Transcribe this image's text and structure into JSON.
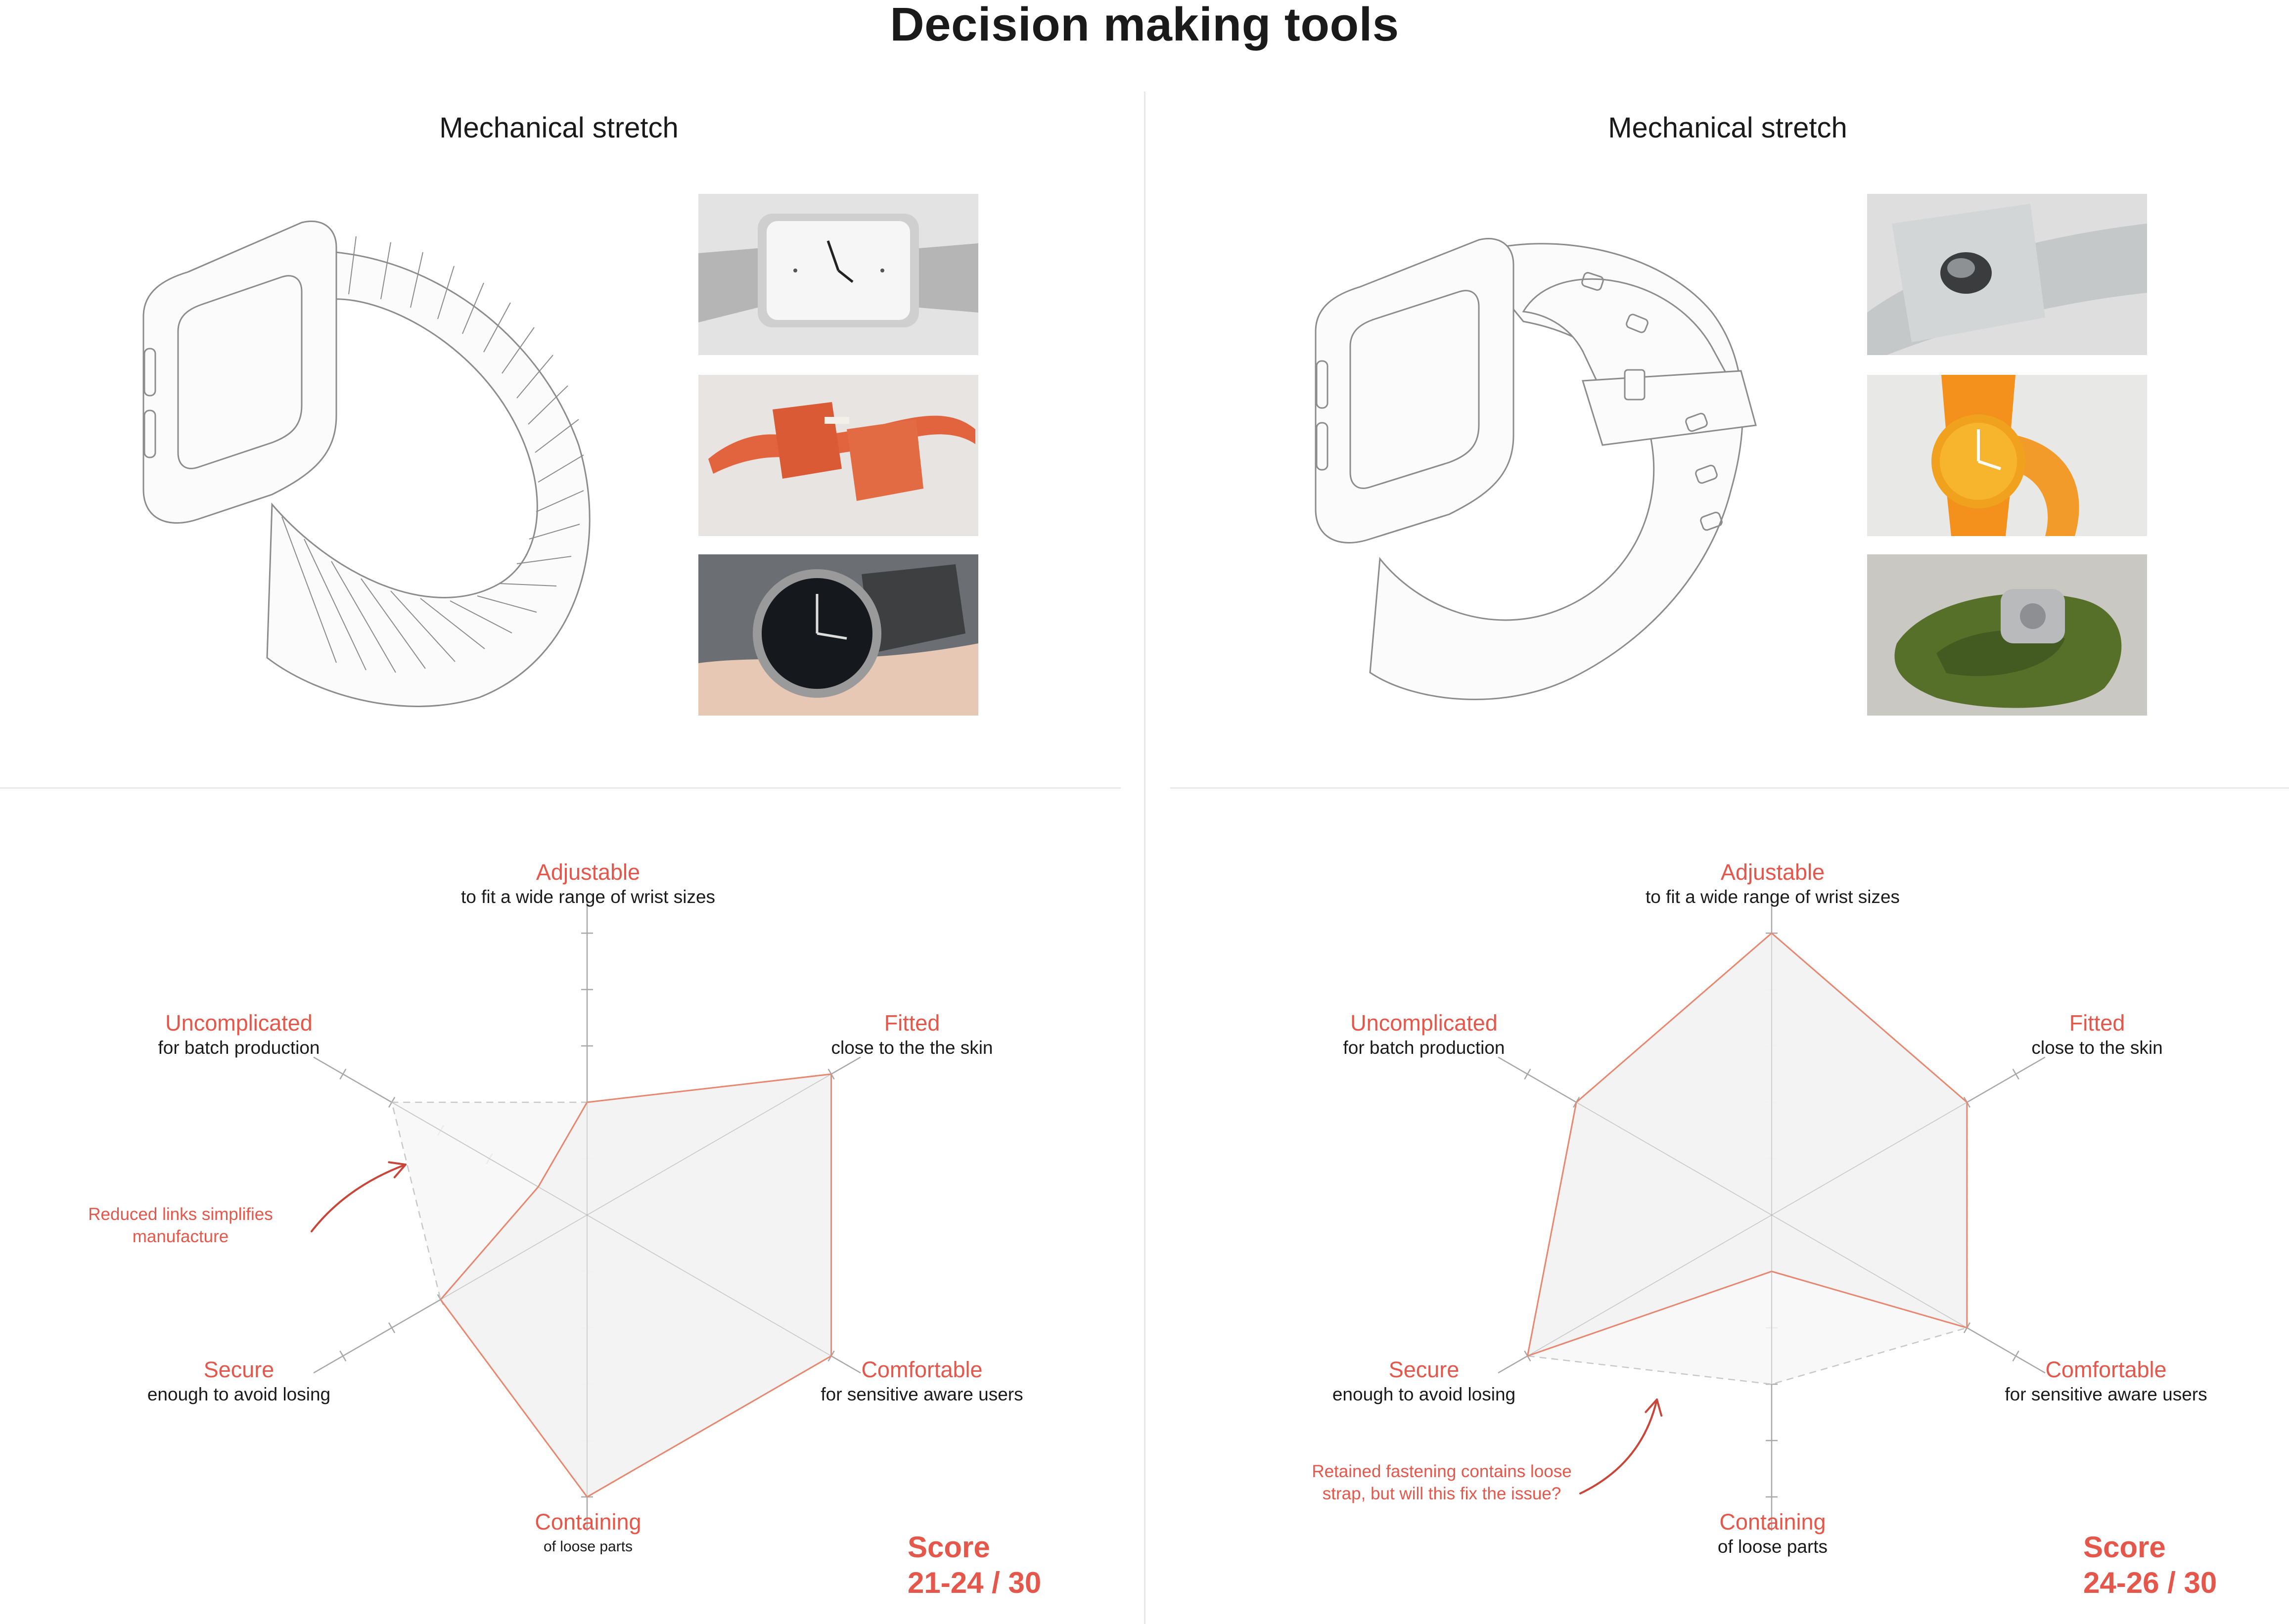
{
  "page": {
    "title": "Decision making tools"
  },
  "panels": [
    {
      "heading": "Mechanical stretch",
      "photos": [
        {
          "icon": "square-watch-mesh-strap-photo"
        },
        {
          "icon": "orange-fabric-band-photo"
        },
        {
          "icon": "black-dial-watch-on-wrist-photo"
        }
      ],
      "axes": [
        {
          "title": "Adjustable",
          "sub": "to fit a wide range of wrist sizes"
        },
        {
          "title": "Fitted",
          "sub": "close to the the skin"
        },
        {
          "title": "Comfortable",
          "sub": "for sensitive aware users"
        },
        {
          "title": "Containing",
          "sub": "of loose parts"
        },
        {
          "title": "Secure",
          "sub": "enough to avoid losing"
        },
        {
          "title": "Uncomplicated",
          "sub": "for batch production"
        }
      ],
      "scores_solid": [
        2,
        5,
        5,
        5,
        3,
        1
      ],
      "scores_dashed": [
        2,
        5,
        5,
        5,
        3,
        4
      ],
      "annotation": "Reduced links simplifies manufacture",
      "score_label": "Score",
      "score_value": "21-24 / 30"
    },
    {
      "heading": "Mechanical stretch",
      "photos": [
        {
          "icon": "grey-silicone-strap-photo"
        },
        {
          "icon": "yellow-watch-orange-strap-photo"
        },
        {
          "icon": "green-textured-strap-smartwatch-photo"
        }
      ],
      "axes": [
        {
          "title": "Adjustable",
          "sub": "to fit a wide range of wrist sizes"
        },
        {
          "title": "Fitted",
          "sub": "close to the skin"
        },
        {
          "title": "Comfortable",
          "sub": "for sensitive aware users"
        },
        {
          "title": "Containing",
          "sub": "of loose parts"
        },
        {
          "title": "Secure",
          "sub": "enough to avoid losing"
        },
        {
          "title": "Uncomplicated",
          "sub": "for batch production"
        }
      ],
      "scores_solid": [
        5,
        4,
        4,
        1,
        5,
        4
      ],
      "scores_dashed": [
        5,
        4,
        4,
        3,
        5,
        4
      ],
      "annotation": "Retained fastening contains loose strap, but will this fix the issue?",
      "score_label": "Score",
      "score_value": "24-26 / 30"
    }
  ],
  "colors": {
    "accent": "#e5574a",
    "fill": "#f2f2f2",
    "axis": "#a8a8a8",
    "sketch": "#8c8c8c"
  }
}
